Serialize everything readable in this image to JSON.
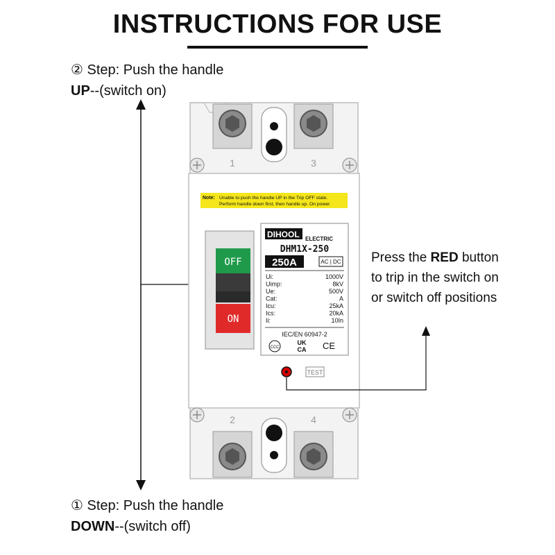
{
  "title": "INSTRUCTIONS FOR USE",
  "step_up": {
    "number": "②",
    "text": " Step: Push the handle",
    "action": "UP",
    "suffix": "--(switch on)"
  },
  "step_down": {
    "number": "①",
    "text": " Step: Push the handle",
    "action": "DOWN",
    "suffix": "--(switch off)"
  },
  "red_note": {
    "prefix": "Press the ",
    "highlight": "RED",
    "suffix": " button to trip in the switch on or switch off positions"
  },
  "breaker": {
    "note_label": "Note:",
    "note_line1": "Unable to push the handle UP in the Trip OFF state.",
    "note_line2": "Perform handle down first, then handle up. On power",
    "brand": "DIHOOL",
    "brand_sub": "ELECTRIC",
    "model": "DHM1X-250",
    "rating": "250A",
    "current_type": "AC | DC",
    "specs": [
      {
        "label": "Ui:",
        "value": "1000V"
      },
      {
        "label": "Uimp:",
        "value": "8kV"
      },
      {
        "label": "Ue:",
        "value": "500V"
      },
      {
        "label": "Cat:",
        "value": "A"
      },
      {
        "label": "Icu:",
        "value": "25kA"
      },
      {
        "label": "Ics:",
        "value": "20kA"
      },
      {
        "label": "Ii:",
        "value": "10In"
      }
    ],
    "standard": "IEC/EN 60947-2",
    "mark_ccc": "CCC",
    "mark_ukca_1": "UK",
    "mark_ukca_2": "CA",
    "mark_ce": "CE",
    "off_label": "OFF",
    "on_label": "ON",
    "test_label": "TEST",
    "terminals_top": [
      "1",
      "3"
    ],
    "terminals_bottom": [
      "2",
      "4"
    ]
  },
  "colors": {
    "off_green": "#1f9a4a",
    "on_red": "#e02a2a",
    "note_yellow": "#f4e61a",
    "test_red": "#d40000",
    "body_light": "#f3f3f3",
    "terminal_grey": "#d6d6d6"
  }
}
